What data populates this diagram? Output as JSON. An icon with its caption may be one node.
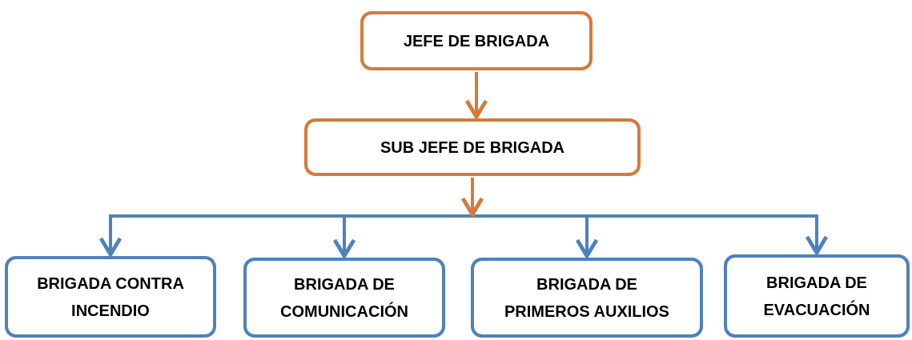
{
  "diagram": {
    "nodes": [
      {
        "text": [
          "JEFE DE BRIGADA"
        ]
      },
      {
        "text": [
          "SUB JEFE DE BRIGADA"
        ]
      },
      {
        "text": [
          "BRIGADA CONTRA INCENDIO"
        ]
      },
      {
        "text": [
          "BRIGADA DE COMUNICACIÓN"
        ]
      },
      {
        "text": [
          "BRIGADA DE PRIMEROS AUXILIOS"
        ]
      },
      {
        "text": [
          "BRIGADA DE EVACUACIÓN"
        ]
      }
    ],
    "edges": [
      {
        "from": 0,
        "to": 1,
        "arrow": "to",
        "color": "#d57a3c"
      },
      {
        "from": 1,
        "to": 2,
        "arrow": "to"
      },
      {
        "from": 1,
        "to": 3,
        "arrow": "to"
      },
      {
        "from": 1,
        "to": 4,
        "arrow": "to"
      },
      {
        "from": 1,
        "to": 5,
        "arrow": "to"
      }
    ]
  }
}
